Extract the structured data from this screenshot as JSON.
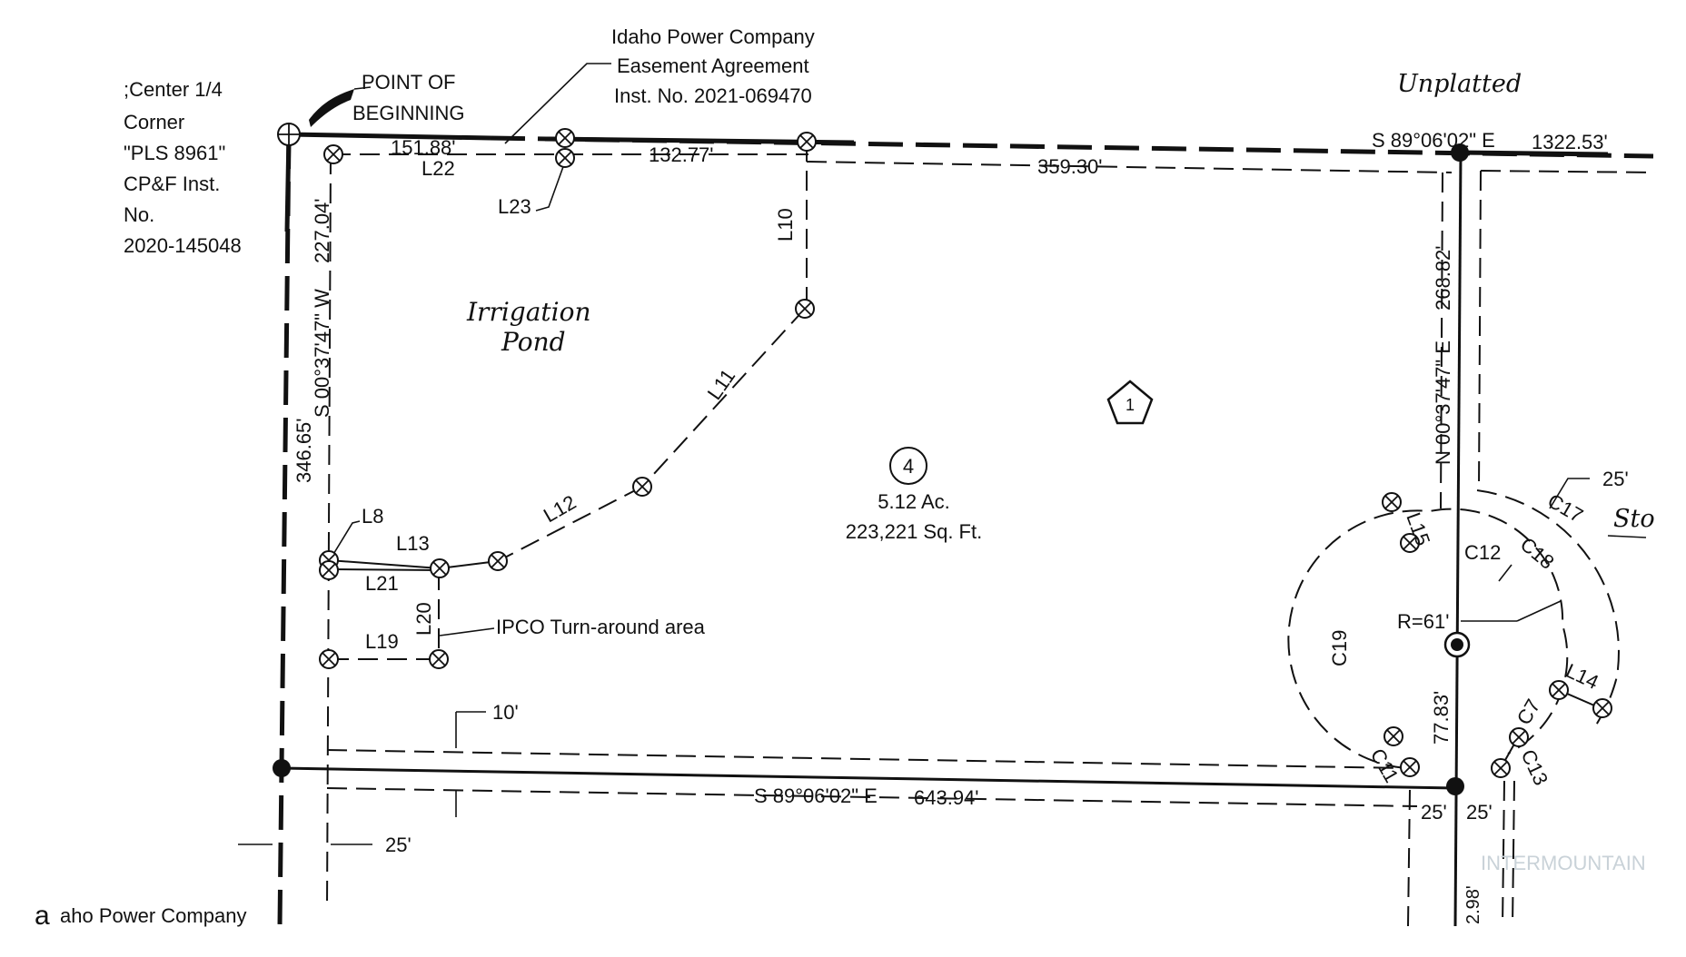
{
  "labels": {
    "center_corner": [
      ";Center 1/4",
      "Corner",
      "\"PLS 8961\"",
      "CP&F Inst.",
      "No.",
      "2020-145048"
    ],
    "point_of_beginning": [
      "POINT OF",
      "BEGINNING"
    ],
    "easement": [
      "Idaho Power Company",
      "Easement Agreement",
      "Inst. No. 2021-069470"
    ],
    "unplatted": "Unplatted",
    "irrigation_pond": [
      "Irrigation",
      "Pond"
    ],
    "lot_number": "4",
    "lot_area_acres": "5.12 Ac.",
    "lot_area_sqft": "223,221 Sq. Ft.",
    "pentagon_number": "1",
    "turnaround": "IPCO Turn-around area",
    "radius": "R=61'",
    "partial_left": "a",
    "bottom_left": "aho Power Company",
    "partial_right": "Sto",
    "watermark": "INTERMOUNTAIN"
  },
  "bearings": {
    "top_center": "S 89°06'02\" E",
    "top_center_dist": "1322.53'",
    "bottom": "S 89°06'02\" E",
    "bottom_dist": "643.94'",
    "left_outer": "346.65'",
    "left_inner": "S 00°37'47\" W",
    "left_inner_dist": "227.04'",
    "right_inner": "N 00°37'47\" E",
    "right_inner_dist": "268.82'"
  },
  "distances": {
    "d151": "151.88'",
    "d132": "132.77'",
    "d359": "359.30'",
    "d10": "10'",
    "d25_left": "25'",
    "d25_a": "25'",
    "d25_b": "25'",
    "d25_top": "25'",
    "d77": "77.83'",
    "d2": "2.98'"
  },
  "line_labels": {
    "L8": "L8",
    "L10": "L10",
    "L11": "L11",
    "L12": "L12",
    "L13": "L13",
    "L14": "L14",
    "L15": "L15",
    "L19": "L19",
    "L20": "L20",
    "L21": "L21",
    "L22": "L22",
    "L23": "L23"
  },
  "curve_labels": {
    "C7": "C7",
    "C11": "C11",
    "C12": "C12",
    "C13": "C13",
    "C17": "C17",
    "C18": "C18",
    "C19": "C19"
  }
}
